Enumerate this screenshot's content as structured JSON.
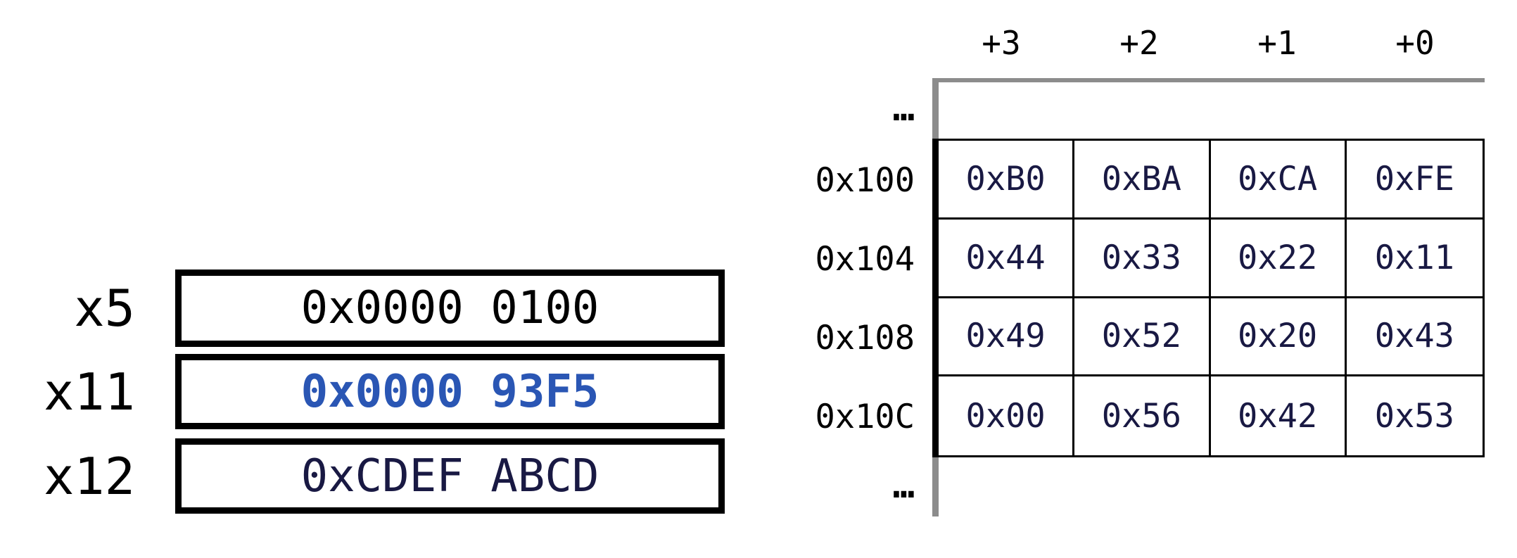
{
  "registers": [
    {
      "label": "x5",
      "value": "0x0000 0100"
    },
    {
      "label": "x11",
      "value": "0x0000 93F5"
    },
    {
      "label": "x12",
      "value": "0xCDEF ABCD"
    }
  ],
  "memory": {
    "offset_headers": [
      "+3",
      "+2",
      "+1",
      "+0"
    ],
    "ellipsis_top": "…",
    "ellipsis_bottom": "…",
    "rows": [
      {
        "address": "0x100",
        "bytes": [
          "0xB0",
          "0xBA",
          "0xCA",
          "0xFE"
        ]
      },
      {
        "address": "0x104",
        "bytes": [
          "0x44",
          "0x33",
          "0x22",
          "0x11"
        ]
      },
      {
        "address": "0x108",
        "bytes": [
          "0x49",
          "0x52",
          "0x20",
          "0x43"
        ]
      },
      {
        "address": "0x10C",
        "bytes": [
          "0x00",
          "0x56",
          "0x42",
          "0x53"
        ]
      }
    ]
  },
  "colors": {
    "register_value_default": "#000000",
    "register_value_highlight": "#2a56b4",
    "memory_value_navy": "#191943",
    "continuation_line_gray": "#8c8c8c"
  }
}
